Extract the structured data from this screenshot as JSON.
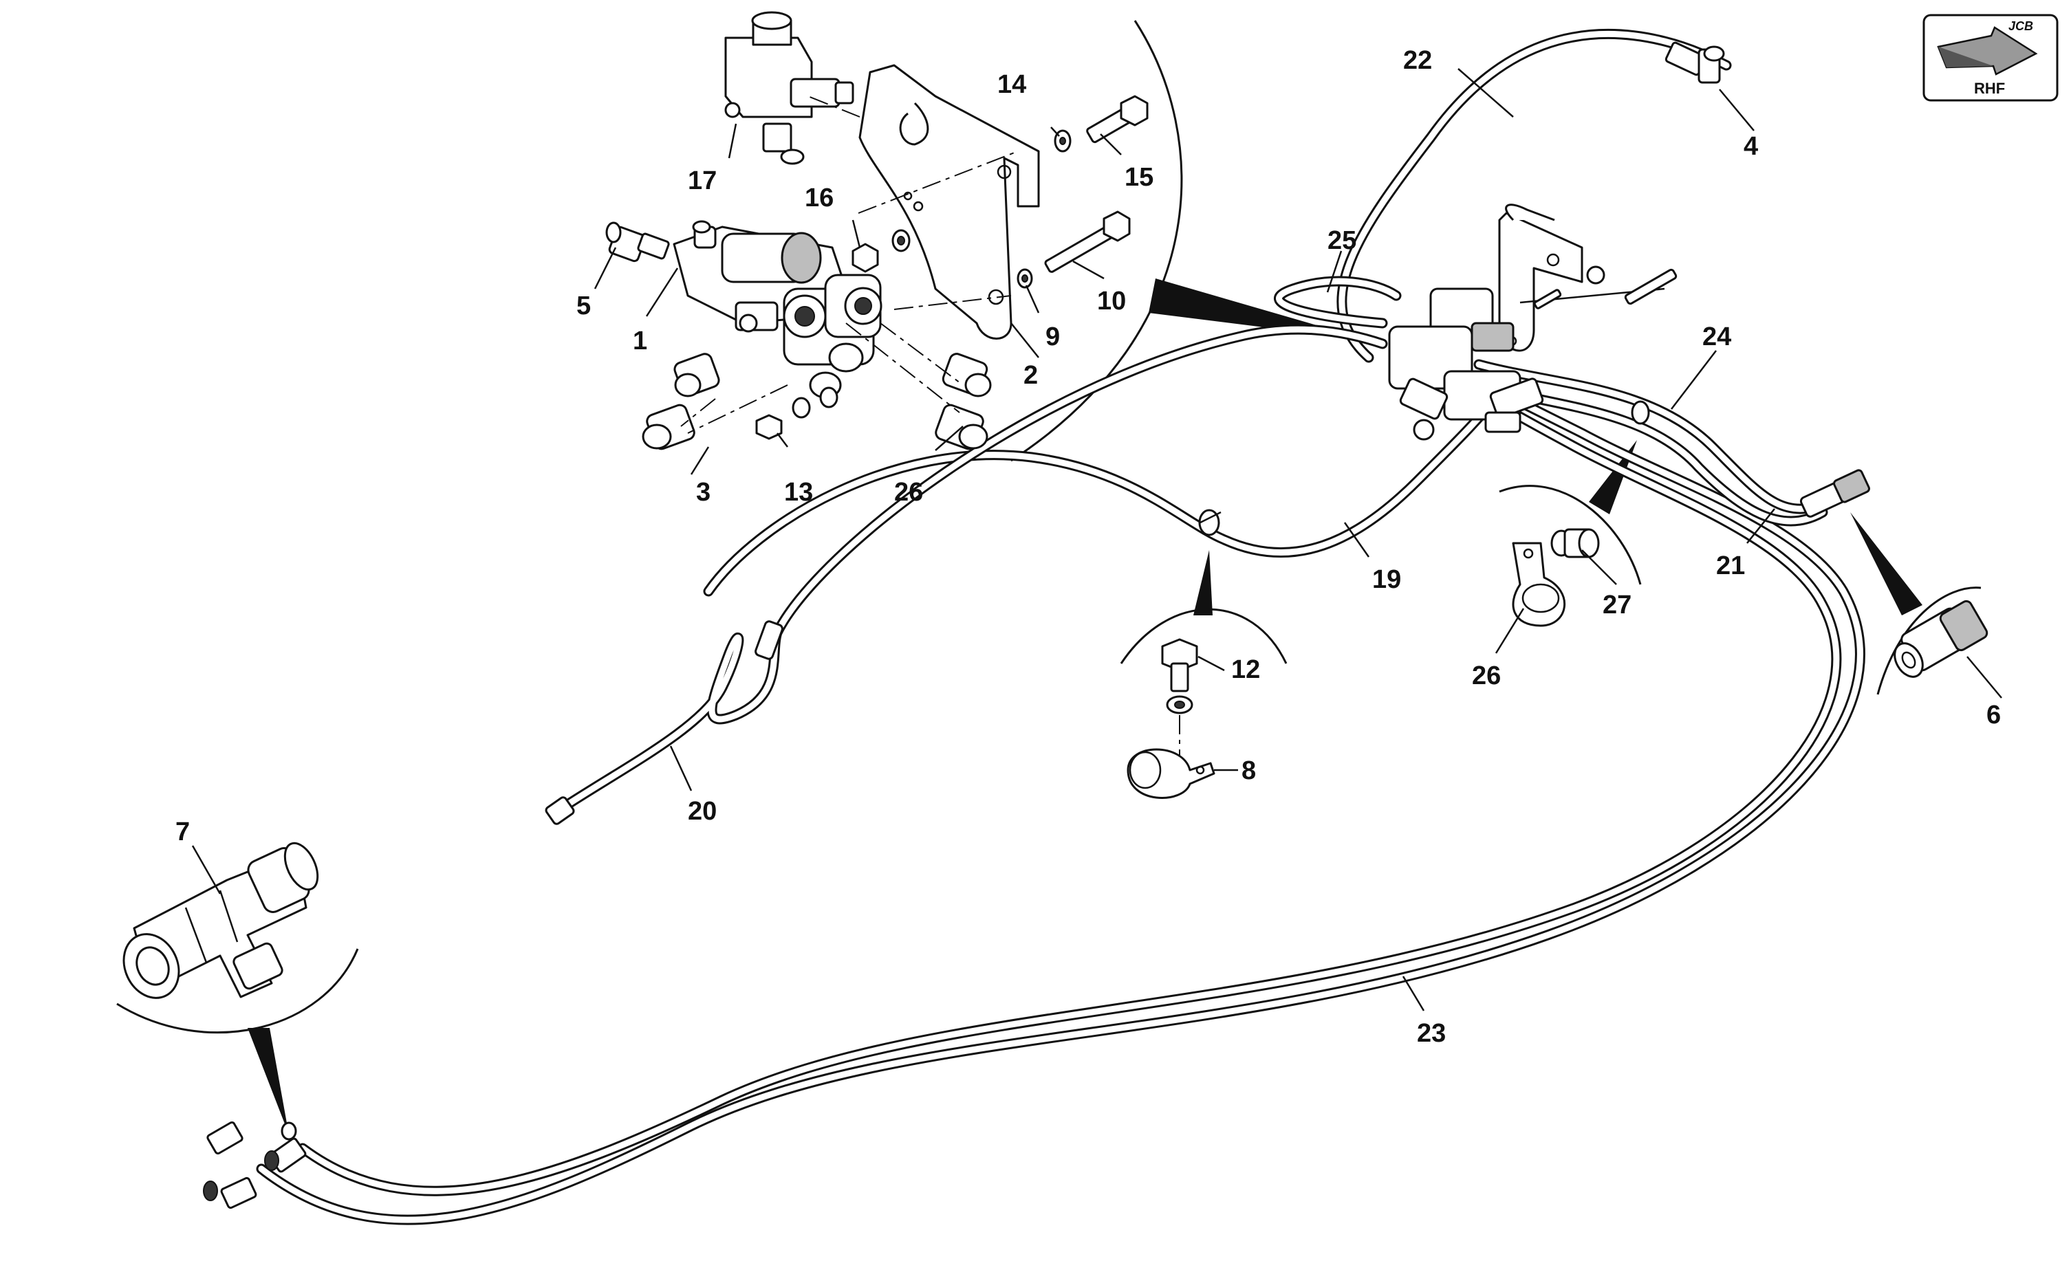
{
  "badge": {
    "view_label": "RHF",
    "brand": "JCB"
  },
  "callouts": [
    {
      "id": "c1",
      "label": "1"
    },
    {
      "id": "c2",
      "label": "2"
    },
    {
      "id": "c3",
      "label": "3"
    },
    {
      "id": "c4",
      "label": "4"
    },
    {
      "id": "c5",
      "label": "5"
    },
    {
      "id": "c6",
      "label": "6"
    },
    {
      "id": "c7",
      "label": "7"
    },
    {
      "id": "c8",
      "label": "8"
    },
    {
      "id": "c9",
      "label": "9"
    },
    {
      "id": "c10",
      "label": "10"
    },
    {
      "id": "c12",
      "label": "12"
    },
    {
      "id": "c13",
      "label": "13"
    },
    {
      "id": "c14",
      "label": "14"
    },
    {
      "id": "c15",
      "label": "15"
    },
    {
      "id": "c16",
      "label": "16"
    },
    {
      "id": "c17",
      "label": "17"
    },
    {
      "id": "c19",
      "label": "19"
    },
    {
      "id": "c20",
      "label": "20"
    },
    {
      "id": "c21",
      "label": "21"
    },
    {
      "id": "c22",
      "label": "22"
    },
    {
      "id": "c23",
      "label": "23"
    },
    {
      "id": "c24",
      "label": "24"
    },
    {
      "id": "c25",
      "label": "25"
    },
    {
      "id": "c26a",
      "label": "26"
    },
    {
      "id": "c26b",
      "label": "26"
    },
    {
      "id": "c27",
      "label": "27"
    }
  ]
}
